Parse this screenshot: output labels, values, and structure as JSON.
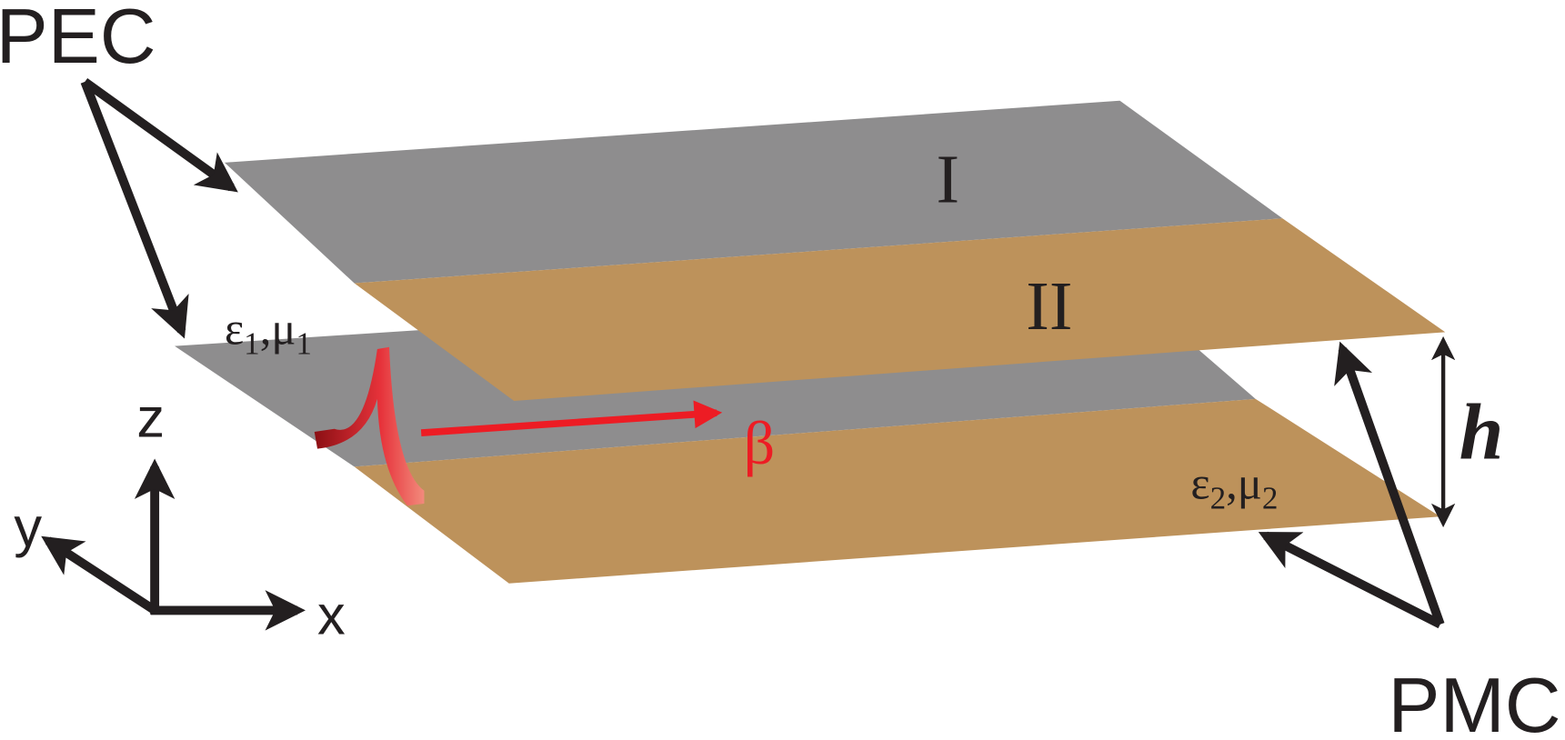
{
  "labels": {
    "pec": "PEC",
    "pmc": "PMC",
    "region_1": "I",
    "region_2": "II",
    "beta": "β",
    "height": "h",
    "medium_1": {
      "eps": "ε",
      "eps_sub": "1",
      "sep": ",",
      "mu": "μ",
      "mu_sub": "1"
    },
    "medium_2": {
      "eps": "ε",
      "eps_sub": "2",
      "sep": ",",
      "mu": "μ",
      "mu_sub": "2"
    },
    "axis_x": "x",
    "axis_y": "y",
    "axis_z": "z"
  },
  "colors": {
    "pec": "#8e8d8e",
    "medium": "#bd925b",
    "wave": "#ed1c24",
    "arrow": "#231f20"
  }
}
